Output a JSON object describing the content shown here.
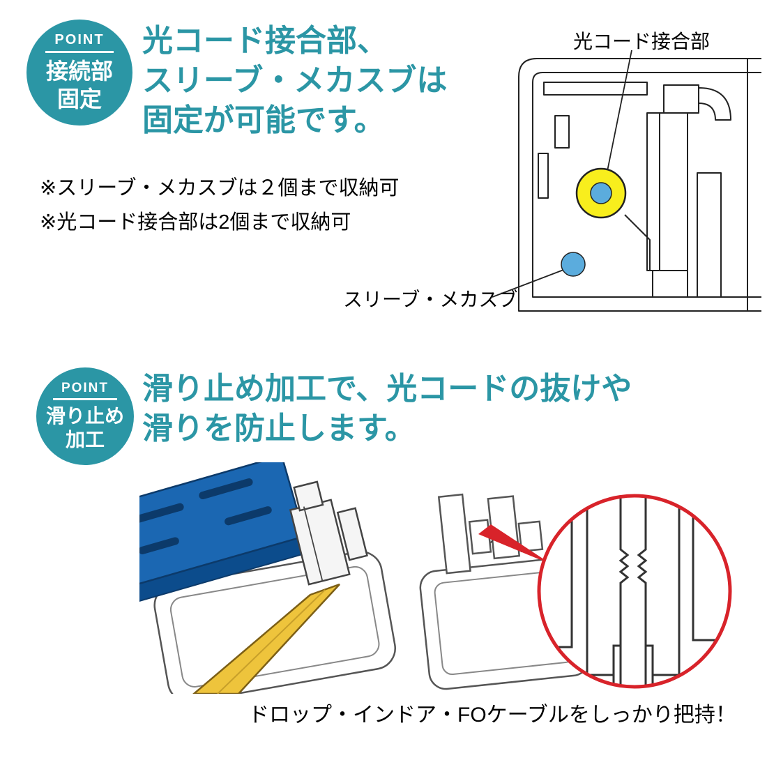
{
  "colors": {
    "teal": "#2b96a5",
    "yellow_circle": "#f8ee1d",
    "blue_dot": "#5bacdd",
    "blue_plate": "#1b67b2",
    "blue_plate_dark": "#0c3a6a",
    "cable_yellow": "#eec43c",
    "red_accent": "#d8232a",
    "line_dark": "#222222"
  },
  "section_fixing": {
    "badge": {
      "label": "POINT",
      "title_lines": [
        "接続部",
        "固定"
      ]
    },
    "heading_lines": [
      "光コード接合部、",
      "スリーブ・メカスブは",
      "固定が可能です。"
    ],
    "notes": [
      "※スリーブ・メカスブは２個まで収納可",
      "※光コード接合部は2個まで収納可"
    ],
    "callout_top": "光コード接合部",
    "callout_bottom": "スリーブ・メカスブ"
  },
  "section_antislip": {
    "badge": {
      "label": "POINT",
      "title_lines": [
        "滑り止め",
        "加工"
      ]
    },
    "heading_lines": [
      "滑り止め加工で、光コードの抜けや",
      "滑りを防止します。"
    ],
    "caption": "ドロップ・インドア・FOケーブルをしっかり把持！"
  }
}
